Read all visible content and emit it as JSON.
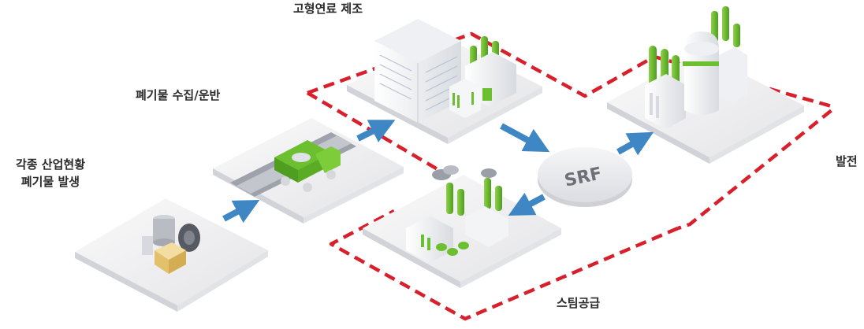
{
  "labels": {
    "waste_generation_line1": "각종 산업현황",
    "waste_generation_line2": "폐기물 발생",
    "collection_transport": "폐기물 수집/운반",
    "srf_manufacturing": "고형연료 제조",
    "power_generation": "발전",
    "steam_supply": "스팀공급",
    "srf_hub": "SRF"
  },
  "icons": {
    "waste_pile": "waste-pile-icon",
    "dump_truck": "dump-truck-icon",
    "factory": "factory-icon",
    "power_plant": "power-plant-icon",
    "steam_plant": "steam-plant-icon"
  },
  "colors": {
    "flow_arrow": "#3e86c4",
    "loop_dash": "#d8202c",
    "accent_green": "#6cbf2e",
    "platform": "#f1f1f3",
    "platform_side": "#d9d9de"
  }
}
